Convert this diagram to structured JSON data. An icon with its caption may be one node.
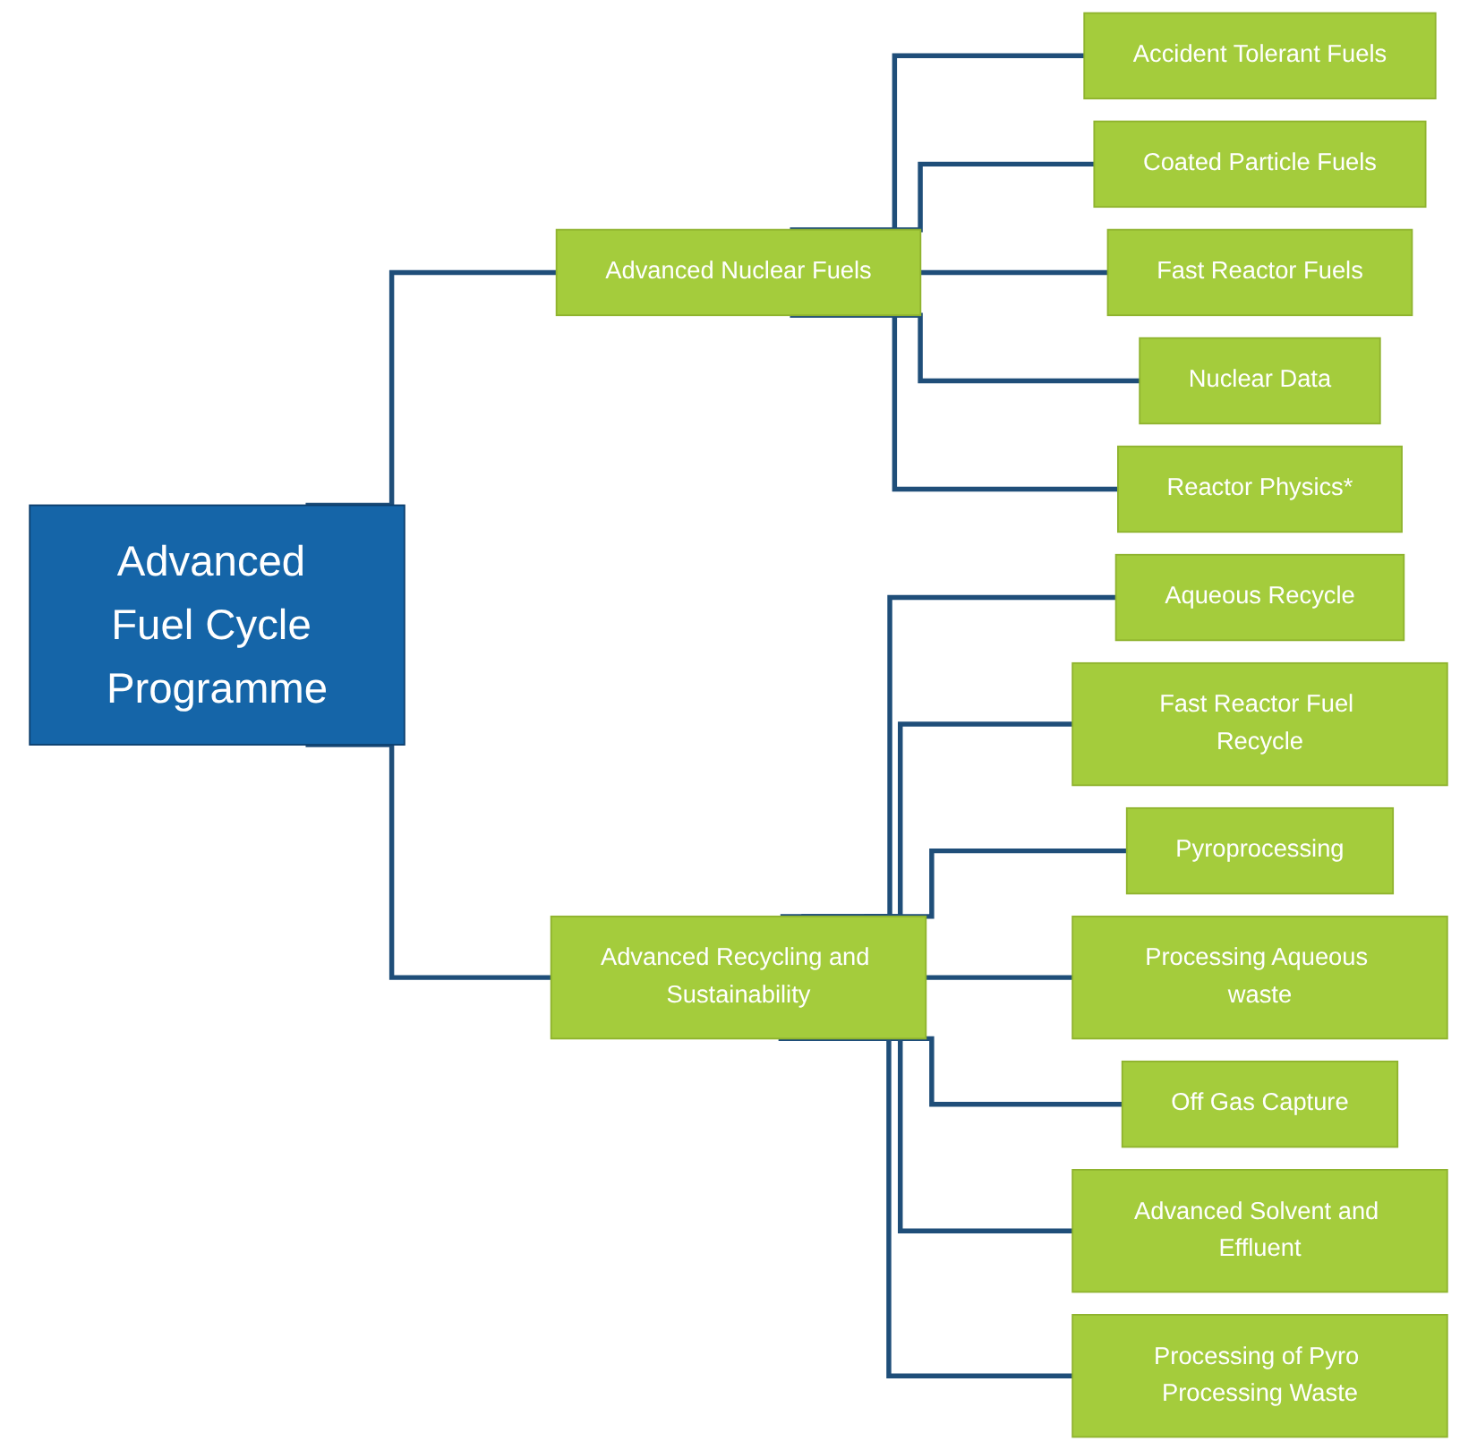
{
  "diagram": {
    "nodes": [
      {
        "text": [
          "Advanced Fuel Cycle Programme"
        ]
      },
      {
        "text": [
          "Advanced Nuclear Fuels"
        ]
      },
      {
        "text": [
          "Accident Tolerant Fuels"
        ]
      },
      {
        "text": [
          "Coated Particle Fuels"
        ]
      },
      {
        "text": [
          "Fast Reactor Fuels"
        ]
      },
      {
        "text": [
          "Nuclear Data"
        ]
      },
      {
        "text": [
          "Reactor Physics*"
        ]
      },
      {
        "text": [
          "Advanced Recycling and Sustainability"
        ]
      },
      {
        "text": [
          "Aqueous Recycle"
        ]
      },
      {
        "text": [
          "Fast Reactor Fuel Recycle"
        ]
      },
      {
        "text": [
          "Pyroprocessing"
        ]
      },
      {
        "text": [
          "Processing Aqueous waste"
        ]
      },
      {
        "text": [
          "Off Gas Capture"
        ]
      },
      {
        "text": [
          "Advanced Solvent and Effluent"
        ]
      },
      {
        "text": [
          "Processing of Pyro Processing Waste"
        ]
      }
    ],
    "edges": [
      {
        "from": 0,
        "to": 1,
        "arrow": "none"
      },
      {
        "from": 1,
        "to": 2,
        "arrow": "none"
      },
      {
        "from": 1,
        "to": 3,
        "arrow": "none"
      },
      {
        "from": 1,
        "to": 4,
        "arrow": "none"
      },
      {
        "from": 1,
        "to": 5,
        "arrow": "none"
      },
      {
        "from": 1,
        "to": 6,
        "arrow": "none"
      },
      {
        "from": 0,
        "to": 7,
        "arrow": "none"
      },
      {
        "from": 7,
        "to": 8,
        "arrow": "none"
      },
      {
        "from": 7,
        "to": 9,
        "arrow": "none"
      },
      {
        "from": 7,
        "to": 10,
        "arrow": "none"
      },
      {
        "from": 7,
        "to": 11,
        "arrow": "none"
      },
      {
        "from": 7,
        "to": 12,
        "arrow": "none"
      },
      {
        "from": 7,
        "to": 13,
        "arrow": "none"
      },
      {
        "from": 7,
        "to": 14,
        "arrow": "none"
      }
    ]
  }
}
